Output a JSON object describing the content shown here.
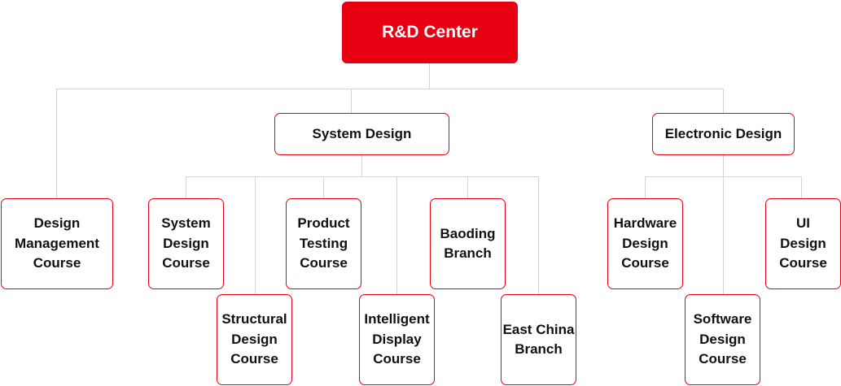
{
  "colors": {
    "accent": "#e60012",
    "connector": "#d4d4d4",
    "text": "#111111"
  },
  "org": {
    "root": "R&D Center",
    "design_management": "Design\nManagement\nCourse",
    "system_design": {
      "title": "System Design",
      "children": [
        "System\nDesign\nCourse",
        "Structural\nDesign\nCourse",
        "Product\nTesting\nCourse",
        "Intelligent\nDisplay\nCourse",
        "Baoding\nBranch",
        "East China\nBranch"
      ]
    },
    "electronic_design": {
      "title": "Electronic Design",
      "children": [
        "Hardware\nDesign\nCourse",
        "Software\nDesign\nCourse",
        "UI\nDesign\nCourse"
      ]
    }
  }
}
